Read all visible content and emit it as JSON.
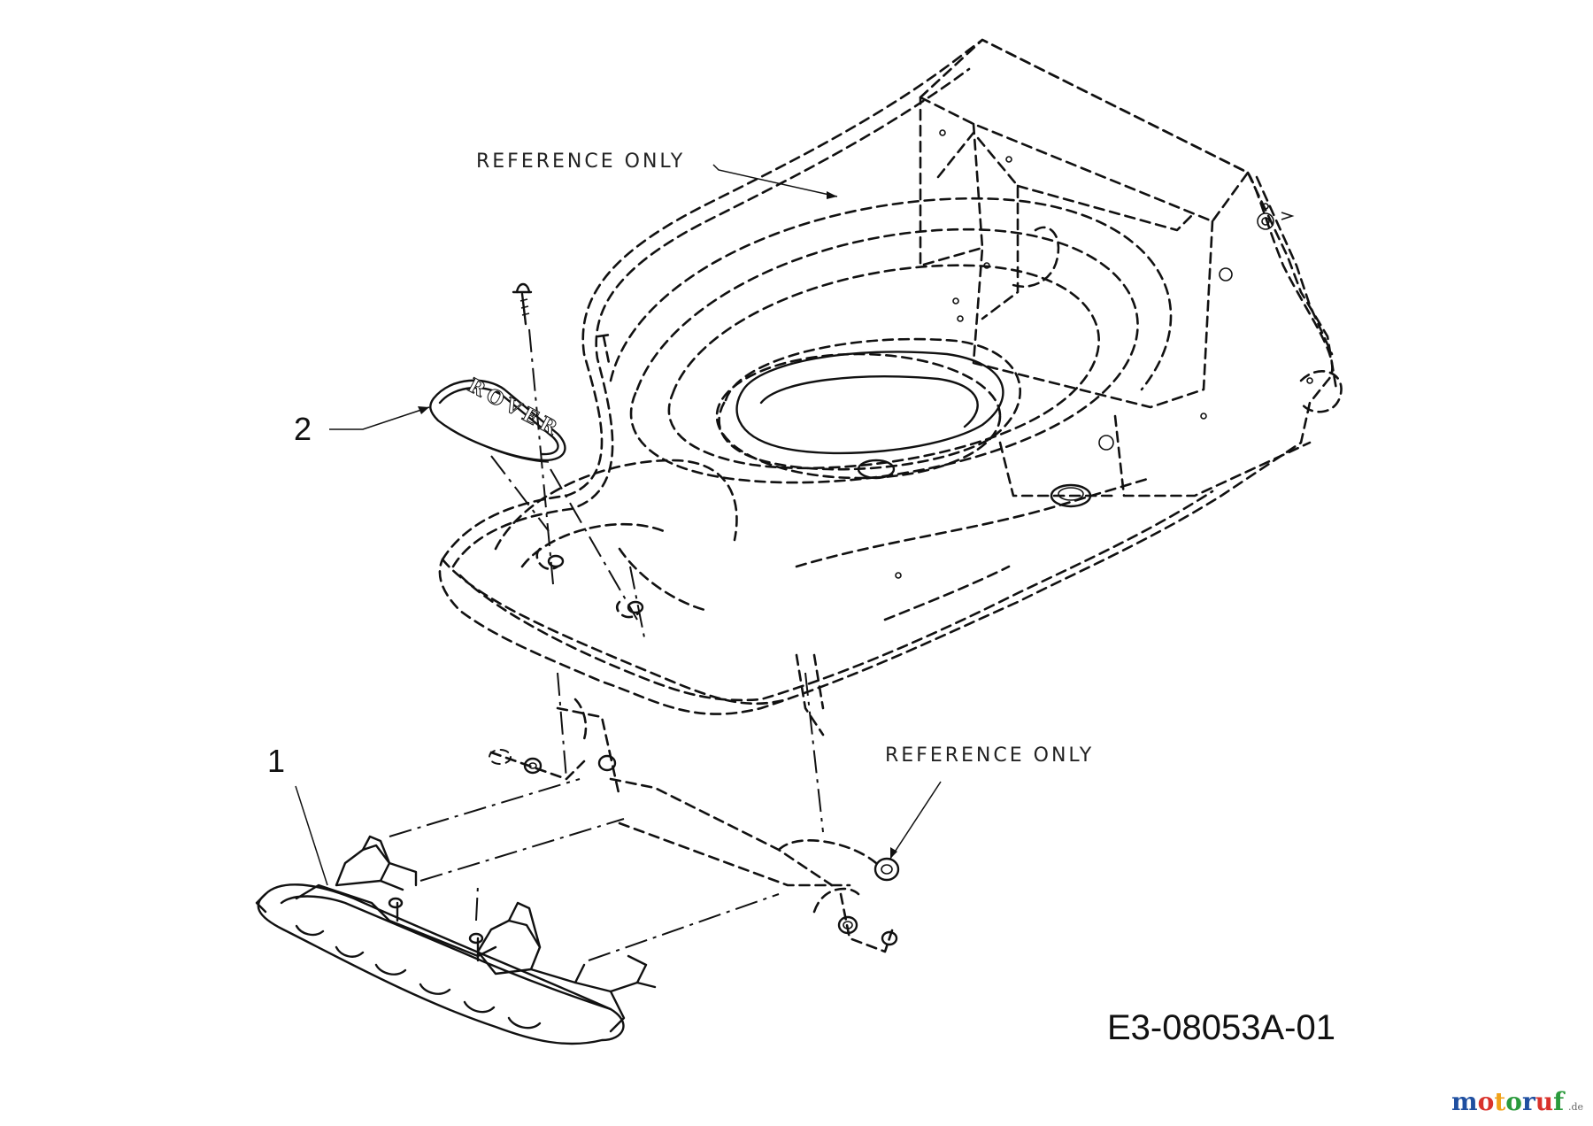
{
  "diagram": {
    "labels": {
      "reference_upper": "REFERENCE ONLY",
      "reference_lower": "REFERENCE ONLY",
      "callout_1": "1",
      "callout_2": "2",
      "drawing_code": "E3-08053A-01"
    },
    "logo_text": "ROVER",
    "watermark": {
      "letters": [
        "m",
        "o",
        "t",
        "o",
        "r",
        "u",
        "f"
      ],
      "colors": [
        "#1f4fa0",
        "#d9322b",
        "#f0a11a",
        "#2a9a3c",
        "#1f4fa0",
        "#d9322b",
        "#2a9a3c"
      ],
      "suffix": ".de"
    }
  }
}
